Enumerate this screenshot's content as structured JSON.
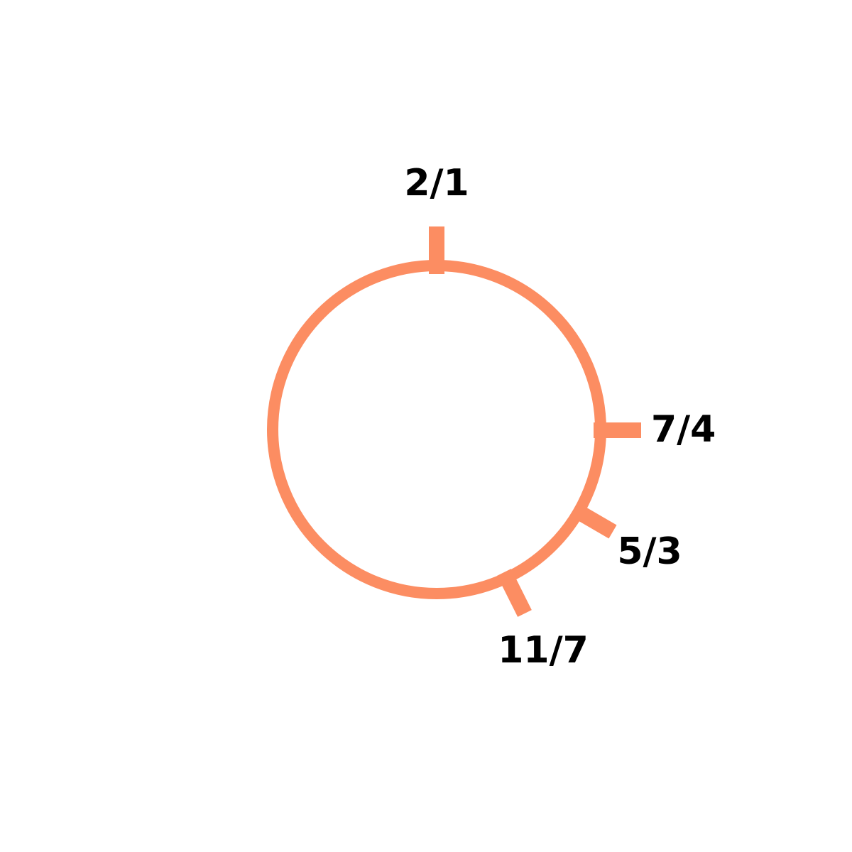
{
  "diagram": {
    "accent_color": "#FC8D62",
    "label_color": "#000000",
    "ticks": [
      {
        "label": "2/1"
      },
      {
        "label": "7/4"
      },
      {
        "label": "5/3"
      },
      {
        "label": "11/7"
      }
    ]
  }
}
